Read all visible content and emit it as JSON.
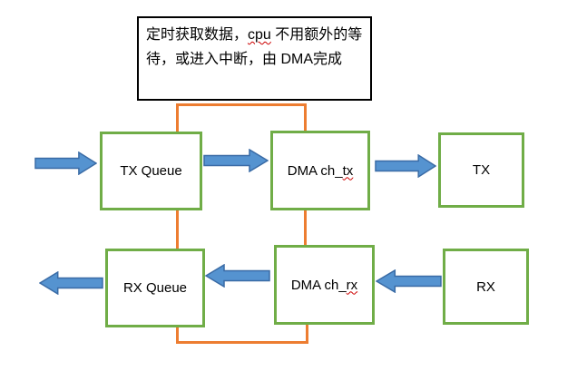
{
  "annotation": {
    "line1_before": "定时获取数据，",
    "line1_misspelled": "cpu",
    "line1_after": " 不用额外",
    "line2": "的等待，或进入中断，由 DMA",
    "line3": "完成"
  },
  "boxes": {
    "tx_queue": {
      "label": "TX Queue"
    },
    "dma_tx": {
      "label_prefix": "DMA ch_",
      "label_suffix": "tx"
    },
    "tx": {
      "label": "TX"
    },
    "rx_queue": {
      "label": "RX Queue"
    },
    "dma_rx": {
      "label_prefix": "DMA ch_",
      "label_suffix": "rx"
    },
    "rx": {
      "label": "RX"
    }
  },
  "flows": [
    {
      "from": "input",
      "to": "TX Queue",
      "direction": "right"
    },
    {
      "from": "TX Queue",
      "to": "DMA ch_tx",
      "direction": "right"
    },
    {
      "from": "DMA ch_tx",
      "to": "TX",
      "direction": "right"
    },
    {
      "from": "RX",
      "to": "DMA ch_rx",
      "direction": "left"
    },
    {
      "from": "DMA ch_rx",
      "to": "RX Queue",
      "direction": "left"
    },
    {
      "from": "RX Queue",
      "to": "output",
      "direction": "left"
    }
  ],
  "colors": {
    "box_border_green": "#70AD47",
    "connector_orange": "#ED7D31",
    "arrow_fill": "#5593D0",
    "arrow_stroke": "#3A6BA5",
    "annotation_border": "#000000",
    "misspell_red": "#CC0000"
  }
}
